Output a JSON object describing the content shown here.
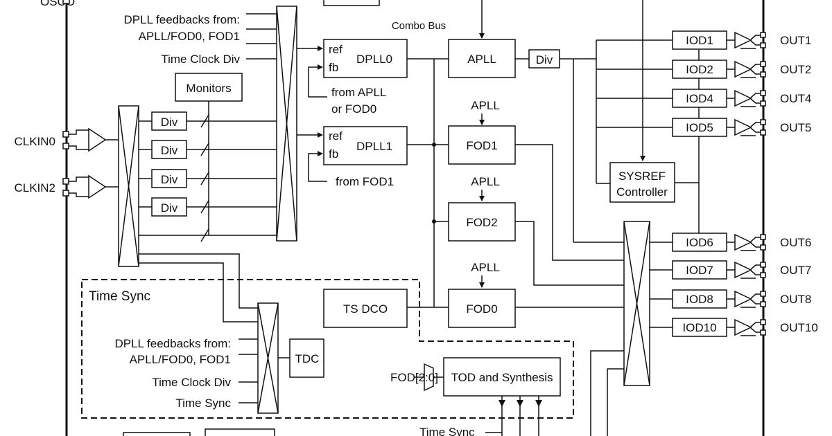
{
  "labels": {
    "osco": "OSCO",
    "dpll_fb_title": "DPLL feedbacks from:",
    "dpll_fb_sources": "APLL/FOD0, FOD1",
    "time_clock_div": "Time Clock Div",
    "monitors": "Monitors",
    "combo_bus": "Combo Bus",
    "ref": "ref",
    "fb": "fb",
    "dpll0": "DPLL0",
    "dpll1": "DPLL1",
    "from_apll": "from APLL",
    "or_fod0": "or FOD0",
    "from_fod1": "from FOD1",
    "apll": "APLL",
    "div": "Div",
    "fod1": "FOD1",
    "fod2": "FOD2",
    "fod0": "FOD0",
    "ts_dco": "TS DCO",
    "sysref_line1": "SYSREF",
    "sysref_line2": "Controller",
    "clkin0": "CLKIN0",
    "clkin2": "CLKIN2",
    "time_sync_title": "Time Sync",
    "tdc": "TDC",
    "ts_fb_title": "DPLL feedbacks from:",
    "ts_fb_sources": "APLL/FOD0, FOD1",
    "ts_time_clock_div": "Time Clock Div",
    "ts_time_sync": "Time Sync",
    "fod_bus": "FOD[2:0]",
    "tod": "TOD and Synthesis",
    "time_sync_bottom": "Time Sync"
  },
  "outputs": [
    {
      "iod": "IOD1",
      "out": "OUT1"
    },
    {
      "iod": "IOD2",
      "out": "OUT2"
    },
    {
      "iod": "IOD4",
      "out": "OUT4"
    },
    {
      "iod": "IOD5",
      "out": "OUT5"
    },
    {
      "iod": "IOD6",
      "out": "OUT6"
    },
    {
      "iod": "IOD7",
      "out": "OUT7"
    },
    {
      "iod": "IOD8",
      "out": "OUT8"
    },
    {
      "iod": "IOD10",
      "out": "OUT10"
    }
  ],
  "colors": {
    "line": "#111111",
    "background": "#ffffff"
  }
}
